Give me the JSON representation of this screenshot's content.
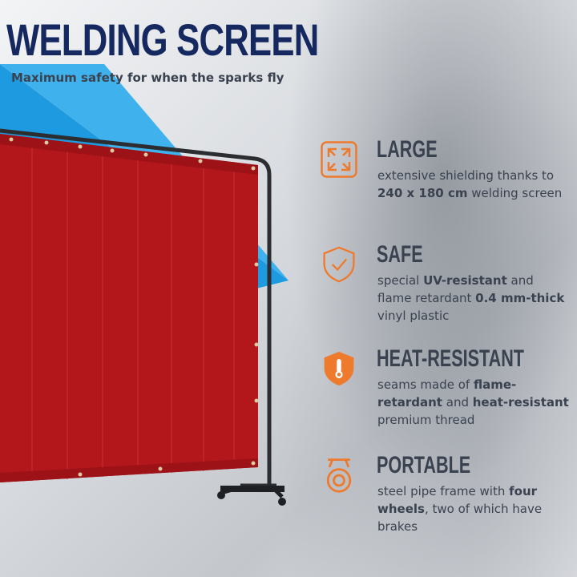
{
  "header": {
    "title": "WELDING SCREEN",
    "subtitle": "Maximum safety for when the sparks fly"
  },
  "colors": {
    "navy": "#15285f",
    "blue": "#1e9be0",
    "red": "#b3161b",
    "orange": "#ee7a2d",
    "text": "#3a4250"
  },
  "features": [
    {
      "icon": "expand-arrows-icon",
      "title": "LARGE",
      "desc": [
        {
          "t": "extensive shielding thanks to ",
          "b": false
        },
        {
          "t": "240 x 180 cm",
          "b": true
        },
        {
          "t": " welding screen",
          "b": false
        }
      ]
    },
    {
      "icon": "shield-check-icon",
      "title": "SAFE",
      "desc": [
        {
          "t": "special ",
          "b": false
        },
        {
          "t": "UV-resistant",
          "b": true
        },
        {
          "t": " and flame retardant ",
          "b": false
        },
        {
          "t": "0.4 mm-thick",
          "b": true
        },
        {
          "t": " vinyl plastic",
          "b": false
        }
      ]
    },
    {
      "icon": "thermometer-shield-icon",
      "title": "HEAT-RESISTANT",
      "desc": [
        {
          "t": "seams made of ",
          "b": false
        },
        {
          "t": "flame-retardant",
          "b": true
        },
        {
          "t": " and ",
          "b": false
        },
        {
          "t": "heat-resistant",
          "b": true
        },
        {
          "t": " premium thread",
          "b": false
        }
      ]
    },
    {
      "icon": "caster-wheel-icon",
      "title": "PORTABLE",
      "desc": [
        {
          "t": "steel pipe frame with ",
          "b": false
        },
        {
          "t": "four wheels",
          "b": true
        },
        {
          "t": ", two of which have brakes",
          "b": false
        }
      ]
    }
  ]
}
